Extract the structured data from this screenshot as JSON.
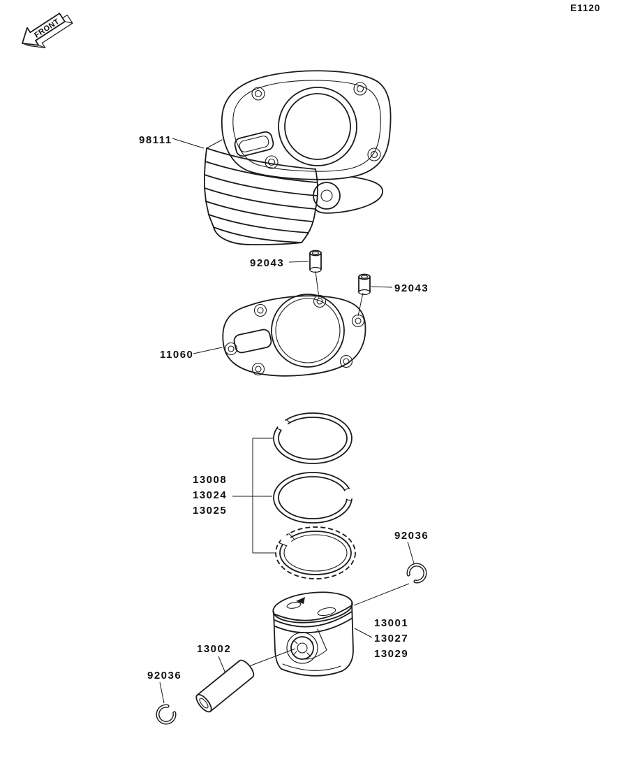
{
  "page": {
    "code": "E1120",
    "front_label": "FRONT"
  },
  "labels": {
    "cylinder": "98111",
    "dowel_pin_top": "92043",
    "dowel_pin_right": "92043",
    "cylinder_gasket": "11060",
    "piston_rings_1": "13008",
    "piston_rings_2": "13024",
    "piston_rings_3": "13025",
    "circlip_right": "92036",
    "piston_1": "13001",
    "piston_2": "13027",
    "piston_3": "13029",
    "piston_pin": "13002",
    "circlip_left": "92036"
  }
}
